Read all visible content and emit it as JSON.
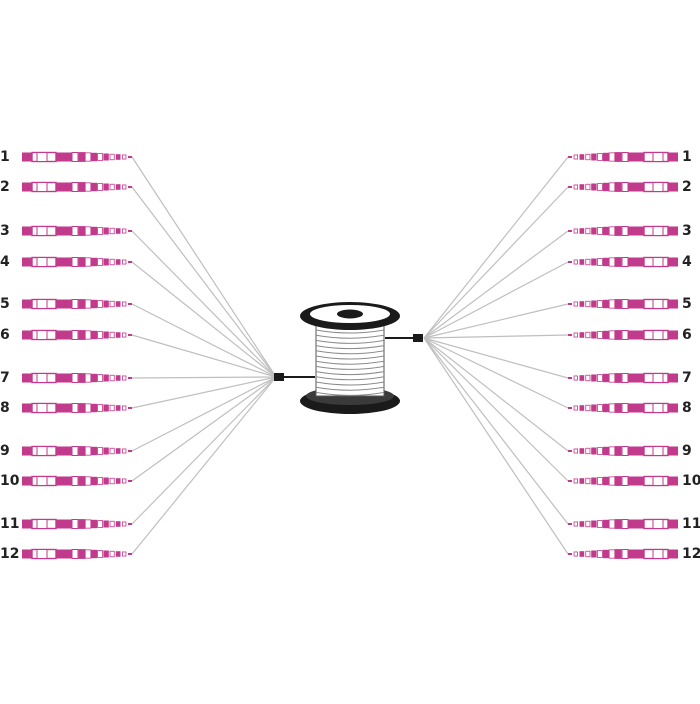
{
  "diagram": {
    "left_labels": [
      "1",
      "2",
      "3",
      "4",
      "5",
      "6",
      "7",
      "8",
      "9",
      "10",
      "11",
      "12"
    ],
    "right_labels": [
      "1",
      "2",
      "3",
      "4",
      "5",
      "6",
      "7",
      "8",
      "9",
      "10",
      "11",
      "12"
    ],
    "colors": {
      "connector": "#c23a8c",
      "connector_light": "#e9b6d6",
      "fiber": "#bfbfbf",
      "spool_flange": "#1a1a1a",
      "spool_drum": "#ffffff",
      "label": "#222222"
    },
    "icons": {
      "connector": "lc-fiber-connector-icon",
      "spool": "fiber-cable-spool-icon",
      "splitter": "fan-out-breakout-icon"
    }
  }
}
